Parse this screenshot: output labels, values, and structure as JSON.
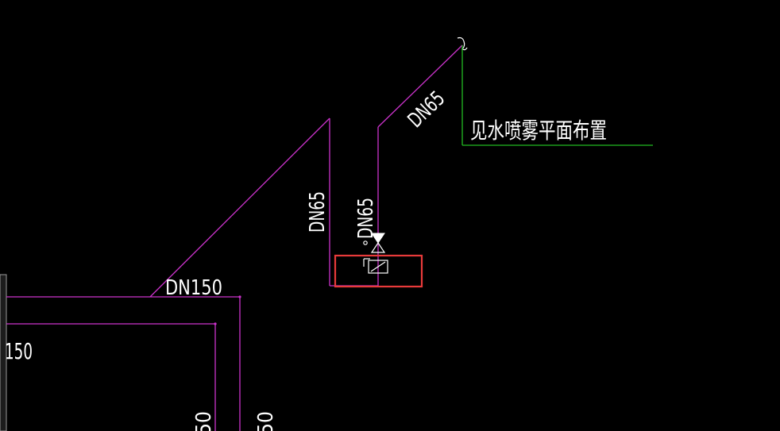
{
  "drawing": {
    "background": "#000000",
    "pipe_color": "#cc33cc",
    "leader_color": "#22bb22",
    "highlight_color": "#e83a3a",
    "labels": {
      "dn150_main": "DN150",
      "dn150_left": "150",
      "dn65_left_riser": "DN65",
      "dn65_right_riser": "DN65",
      "dn65_diagonal": "DN65",
      "note": "见水喷雾平面布置",
      "bottom_left": "50",
      "bottom_right": "50"
    }
  }
}
